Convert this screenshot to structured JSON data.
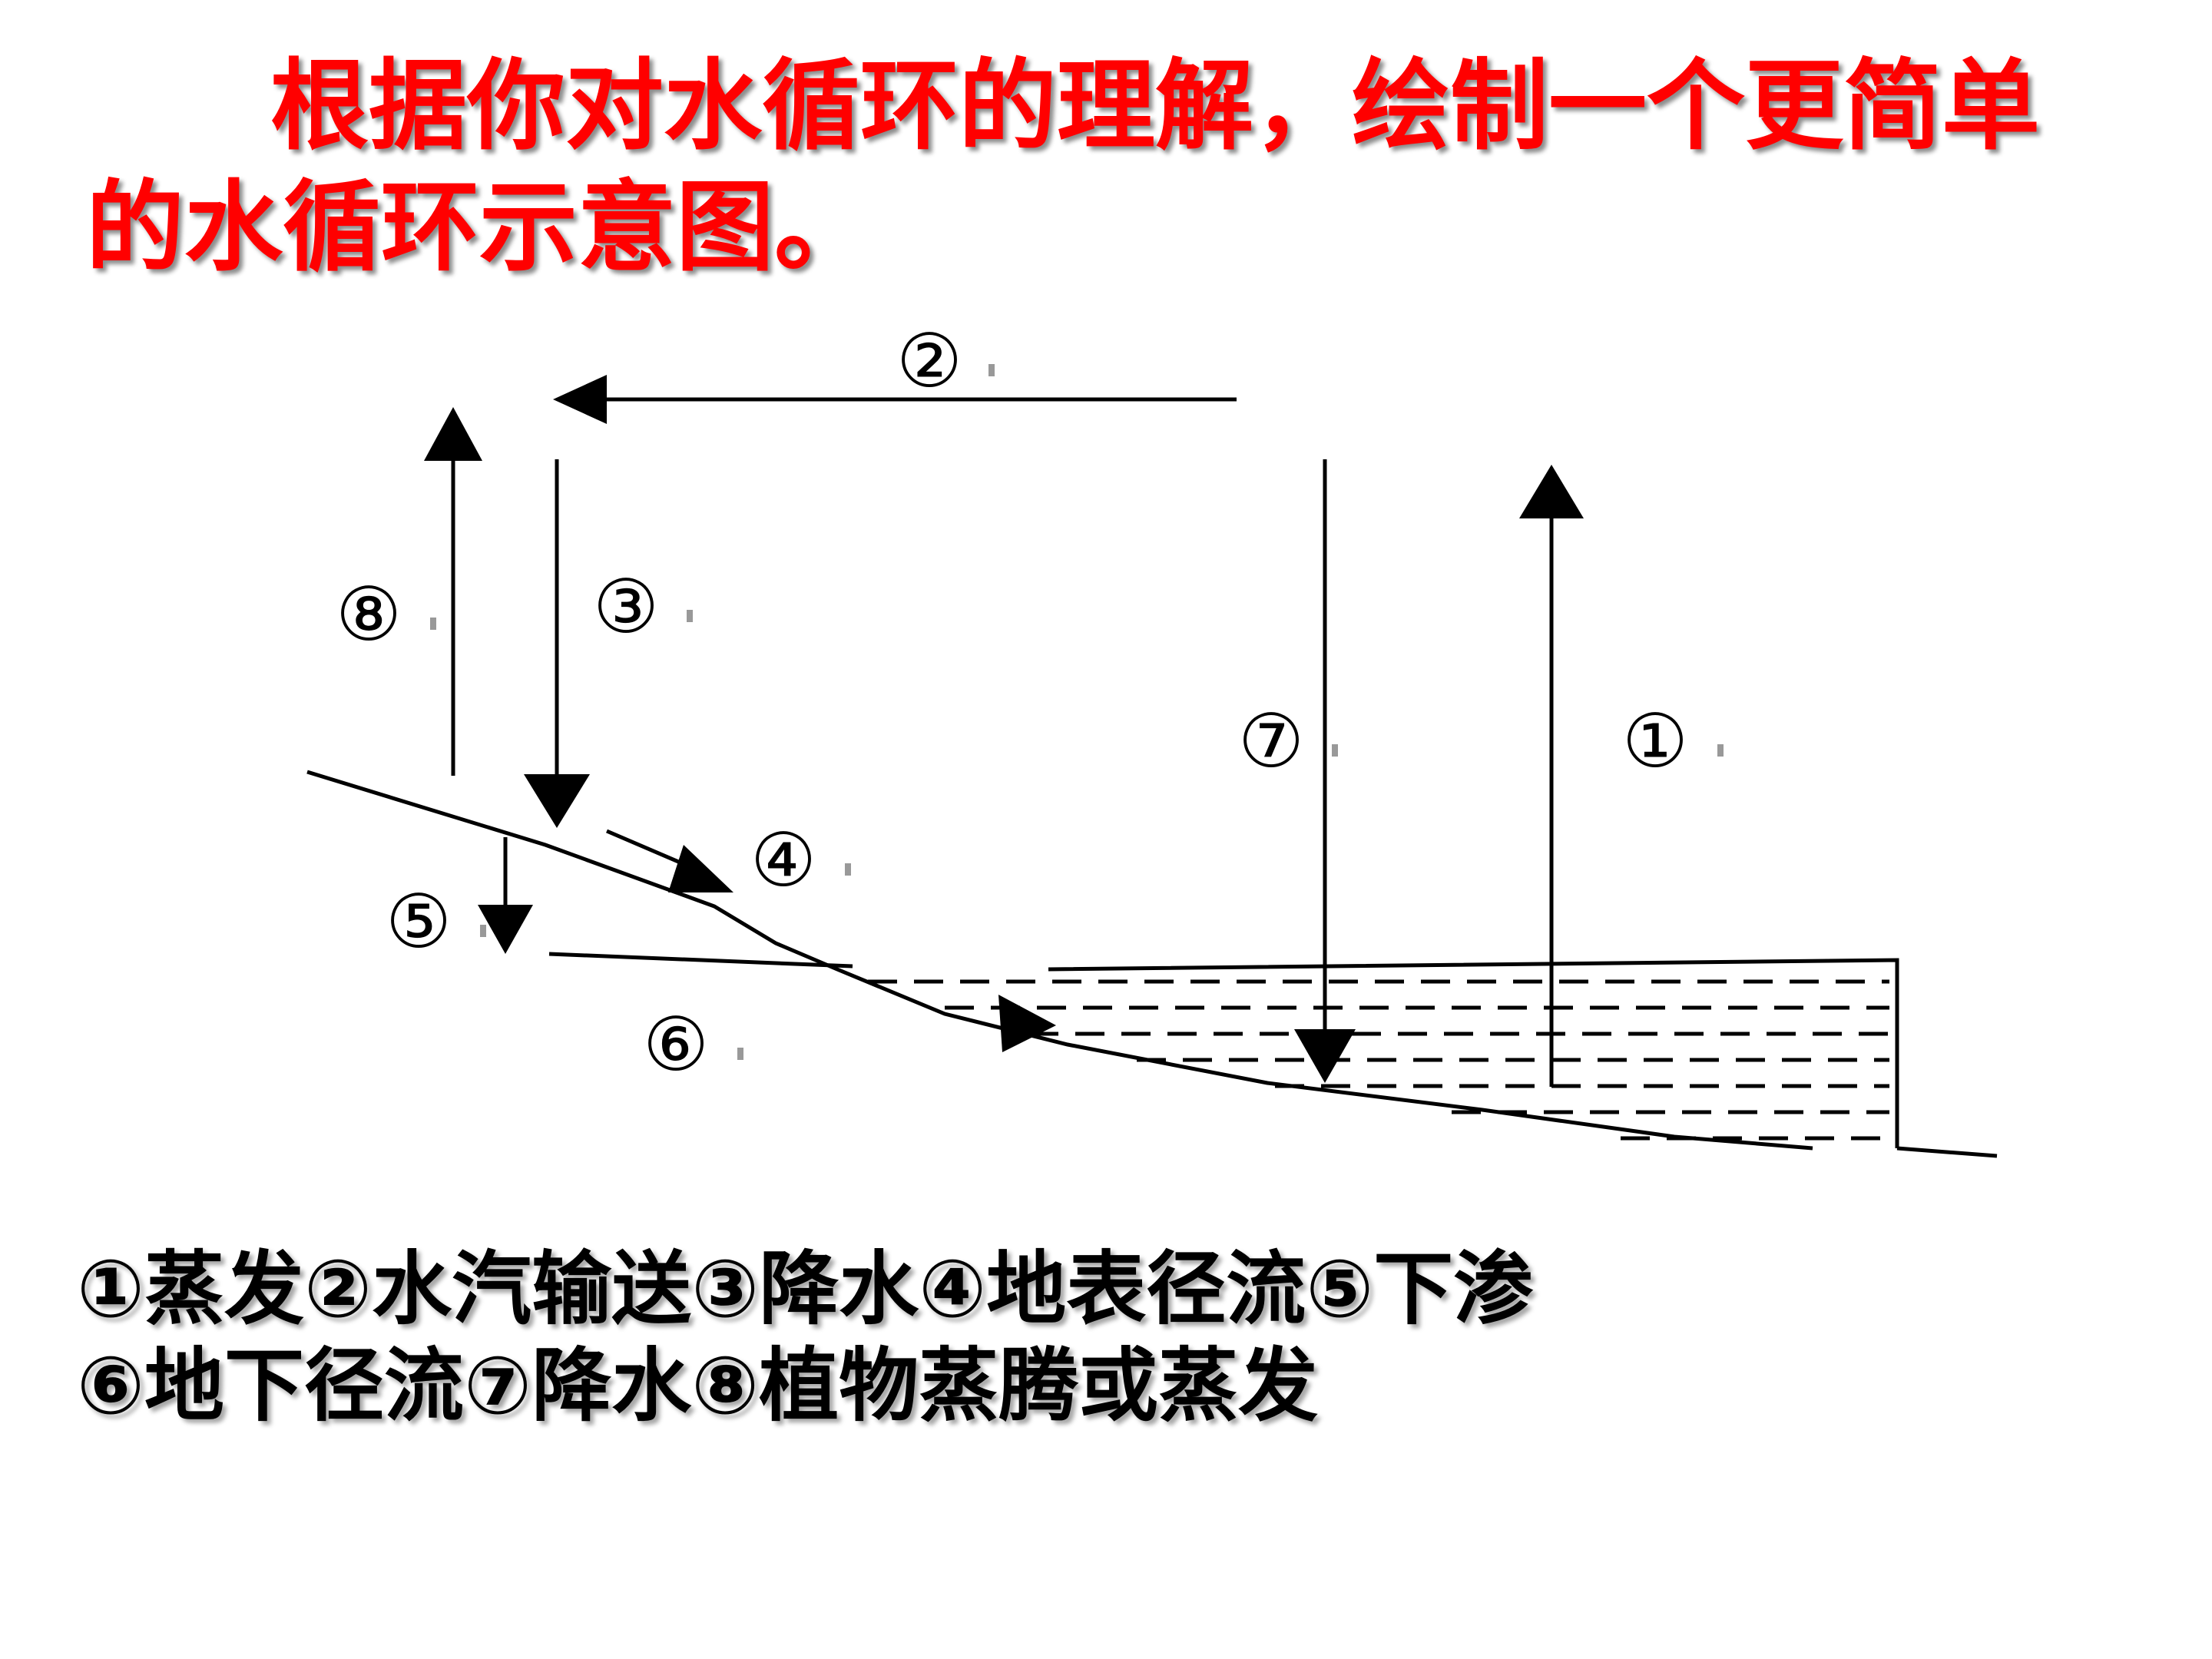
{
  "title": {
    "text": "根据你对水循环的理解，绘制一个更简单的水循环示意图。",
    "color": "#ff0000"
  },
  "diagram": {
    "labels": {
      "l1": "①",
      "l2": "②",
      "l3": "③",
      "l4": "④",
      "l5": "⑤",
      "l6": "⑥",
      "l7": "⑦",
      "l8": "⑧"
    }
  },
  "legend": {
    "line1": "①蒸发②水汽输送③降水④地表径流⑤下渗",
    "line2": "⑥地下径流⑦降水⑧植物蒸腾或蒸发",
    "color": "#000000"
  }
}
